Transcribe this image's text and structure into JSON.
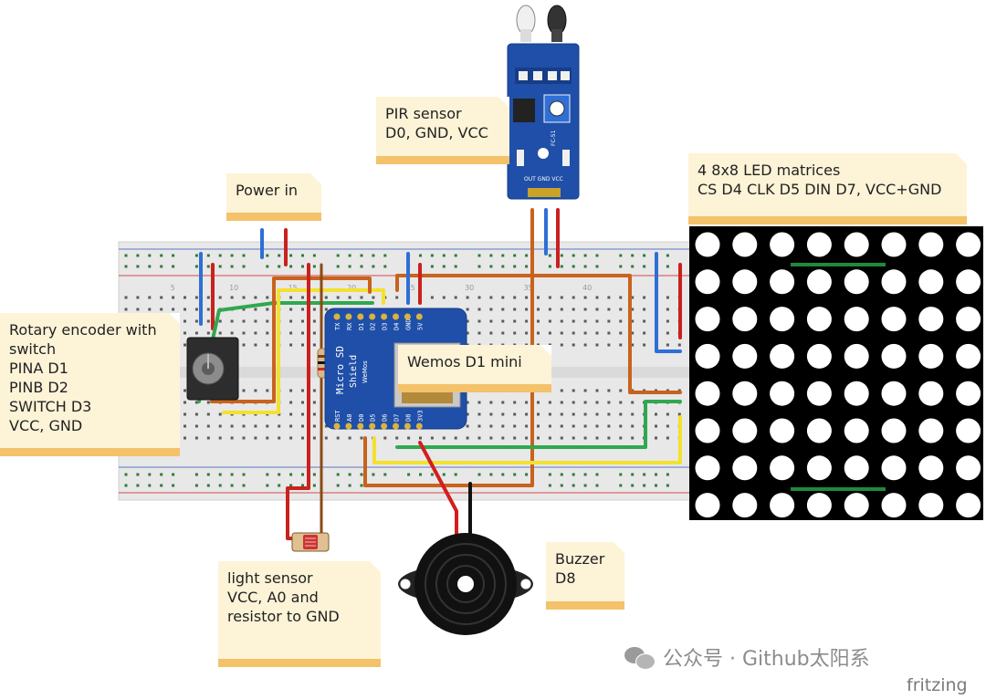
{
  "notes": {
    "pir": [
      "PIR sensor",
      "D0, GND, VCC"
    ],
    "power": [
      "Power in"
    ],
    "led": [
      "4 8x8 LED matrices",
      "CS D4  CLK D5  DIN D7, VCC+GND"
    ],
    "rotary": [
      "Rotary encoder with",
      "switch",
      "PINA D1",
      "PINB D2",
      "SWITCH D3",
      "VCC, GND"
    ],
    "wemos": [
      "Wemos D1 mini"
    ],
    "light": [
      "light sensor",
      "VCC, A0 and",
      "resistor to GND"
    ],
    "buzzer": [
      "Buzzer",
      "D8"
    ]
  },
  "board": {
    "top_pins": [
      "TX",
      "RX",
      "D1",
      "D2",
      "D3",
      "D4",
      "GND",
      "5V"
    ],
    "bottom_pins": [
      "RST",
      "A0",
      "D0",
      "D5",
      "D6",
      "D7",
      "D8",
      "3V3"
    ],
    "shield_text": [
      "Micro SD",
      "Shield"
    ],
    "brand": "WeMos"
  },
  "pir_module": {
    "pins": "OUT GND VCC",
    "model": "FC-51"
  },
  "breadboard": {
    "column_numbers": [
      "5",
      "10",
      "15",
      "20",
      "25",
      "30",
      "35",
      "40"
    ]
  },
  "watermark": {
    "account": "公众号 · Github太阳系",
    "tool": "fritzing"
  },
  "colors": {
    "note_bg": "#fdf3d7",
    "note_bar": "#f3c26a",
    "wire_red": "#c9211e",
    "wire_blue": "#2e6fd6",
    "wire_green": "#2fa84f",
    "wire_yellow": "#f3e12e",
    "wire_orange": "#c8631d",
    "board_blue": "#1f4fa8"
  }
}
